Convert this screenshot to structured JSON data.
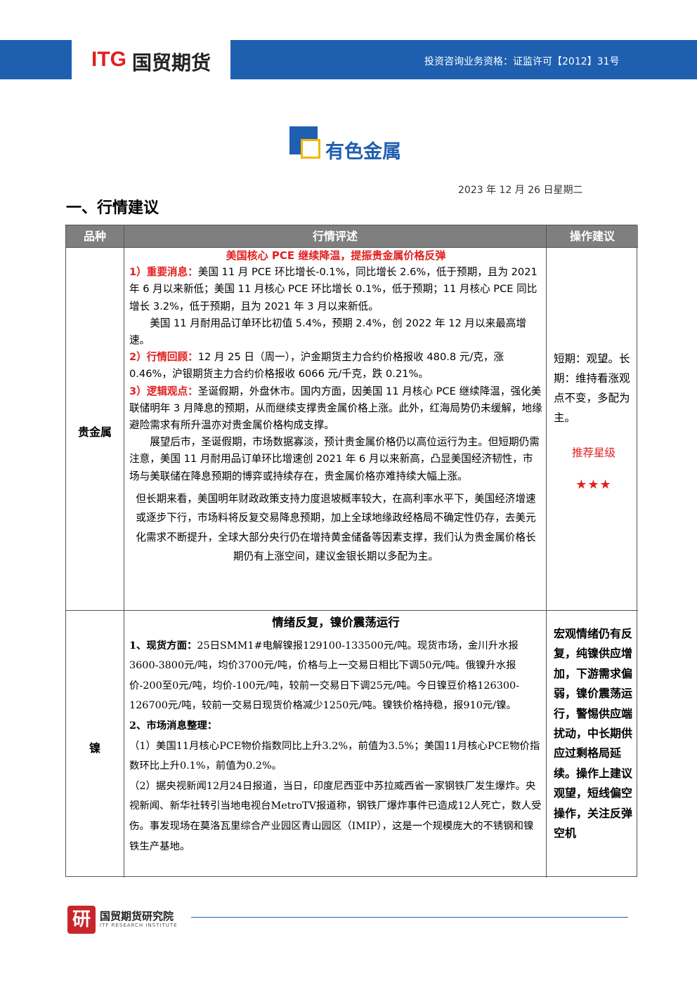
{
  "header": {
    "logo_itg": "ITG",
    "logo_cn": "国贸期货",
    "license": "投资咨询业务资格：证监许可【2012】31号"
  },
  "title": "有色金属",
  "date": "2023 年 12 月 26 日星期二",
  "section_heading": "一、行情建议",
  "table": {
    "headers": [
      "品种",
      "行情评述",
      "操作建议"
    ],
    "rows": [
      {
        "variety": "贵金属",
        "title": "美国核心 PCE 继续降温，提振贵金属价格反弹",
        "p1_label": "1）重要消息：",
        "p1_text": "美国 11 月 PCE 环比增长-0.1%，同比增长 2.6%，低于预期，且为 2021 年 6 月以来新低；美国 11 月核心 PCE 环比增长 0.1%，低于预期；11 月核心 PCE 同比增长 3.2%，低于预期，且为 2021 年 3 月以来新低。",
        "p1b": "美国 11 月耐用品订单环比初值 5.4%，预期 2.4%，创 2022 年 12 月以来最高增速。",
        "p2_label": "2）行情回顾：",
        "p2_text": "12 月 25 日（周一），沪金期货主力合约价格报收 480.8 元/克，涨 0.46%，沪银期货主力合约价格报收 6066 元/千克，跌 0.21%。",
        "p3_label": "3）逻辑观点：",
        "p3_text": "圣诞假期，外盘休市。国内方面，因美国 11 月核心 PCE 继续降温，强化美联储明年 3 月降息的预期，从而继续支撑贵金属价格上涨。此外，红海局势仍未缓解，地缘避险需求有所升温亦对贵金属价格构成支撑。",
        "p4": "展望后市，圣诞假期，市场数据寡淡，预计贵金属价格仍以高位运行为主。但短期仍需注意，美国 11 月耐用品订单环比增速创 2021 年 6 月以来新高，凸显美国经济韧性，市场与美联储在降息预期的博弈或持续存在，贵金属价格亦难持续大幅上涨。",
        "p5": "但长期来看，美国明年财政政策支持力度退坡概率较大，在高利率水平下，美国经济增速或逐步下行，市场料将反复交易降息预期，加上全球地缘政经格局不确定性仍存，去美元化需求不断提升，全球大部分央行仍在增持黄金储备等因素支撑，我们认为贵金属价格长期仍有上涨空间，建议金银长期以多配为主。",
        "ops_text": "短期：观望。长期：维持看涨观点不变，多配为主。",
        "ops_rating_label": "推荐星级",
        "ops_stars": "★★★"
      },
      {
        "variety": "镍",
        "title": "情绪反复，镍价震荡运行",
        "p1_label": "1、现货方面：",
        "p1_text": "25日SMM1#电解镍报129100-133500元/吨。现货市场，金川升水报3600-3800元/吨，均价3700元/吨，价格与上一交易日相比下调50元/吨。俄镍升水报价-200至0元/吨，均价-100元/吨，较前一交易日下调25元/吨。今日镍豆价格126300-126700元/吨，较前一交易日现货价格减少1250元/吨。镍铁价格持稳，报910元/镍。",
        "p2_label": "2、市场消息整理：",
        "p3": "（1）美国11月核心PCE物价指数同比上升3.2%，前值为3.5%；美国11月核心PCE物价指数环比上升0.1%，前值为0.2%。",
        "p4": "（2）据央视新闻12月24日报道，当日，印度尼西亚中苏拉威西省一家钢铁厂发生爆炸。央视新闻、新华社转引当地电视台MetroTV报道称，钢铁厂爆炸事件已造成12人死亡，数人受伤。事发现场在莫洛瓦里综合产业园区青山园区（IMIP），这是一个规模庞大的不锈钢和镍铁生产基地。",
        "ops_text": "宏观情绪仍有反复，纯镍供应增加，下游需求偏弱，镍价震荡运行，警惕供应端扰动，中长期供应过剩格局延续。操作上建议观望，短线偏空操作，关注反弹空机"
      }
    ]
  },
  "footer": {
    "logo_char": "研",
    "name": "国贸期货研究院",
    "sub": "ITF RESEARCH INSTITUTE"
  },
  "colors": {
    "brand_blue": "#1f5fb0",
    "accent_red": "#e02020",
    "header_gray": "#7f7f7f",
    "accent_yellow": "#f2b700"
  }
}
